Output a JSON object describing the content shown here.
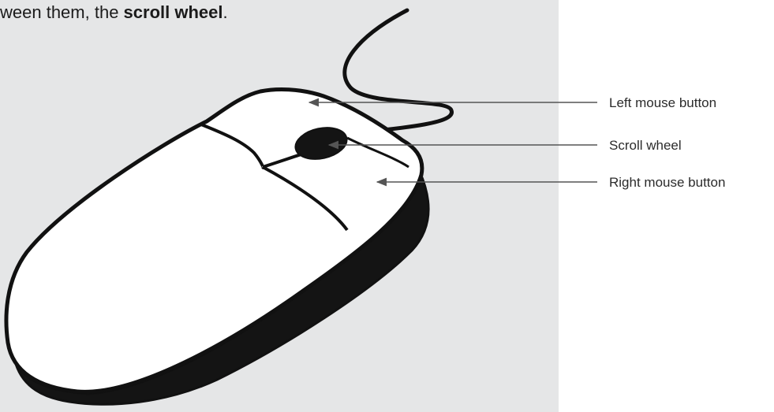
{
  "intro": {
    "before": "ween them, the ",
    "bold": "scroll wheel",
    "after": "."
  },
  "labels": {
    "left_button": "Left mouse button",
    "scroll_wheel": "Scroll wheel",
    "right_button": "Right mouse button"
  },
  "colors": {
    "panel_background": "#e5e6e7",
    "ink": "#111111",
    "leader_line": "#555555"
  }
}
